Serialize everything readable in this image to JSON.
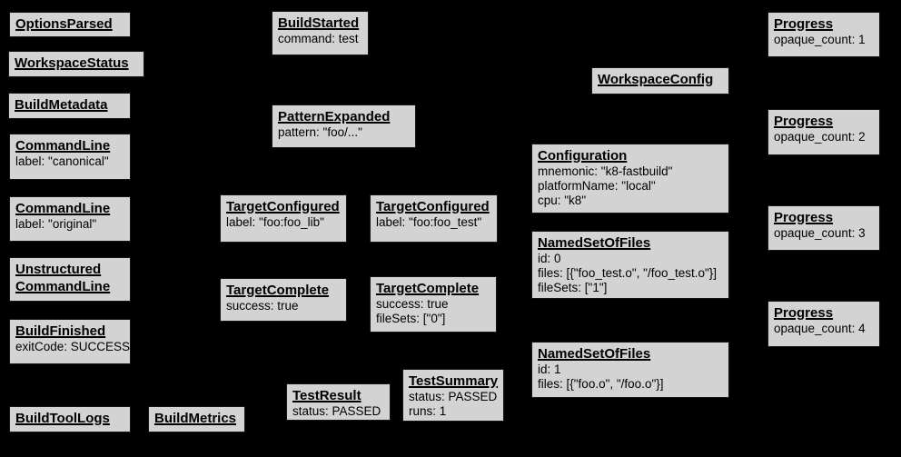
{
  "colors": {
    "background": "#000000",
    "node_fill": "#d3d3d3",
    "node_border": "#151515",
    "node_text": "#000000"
  },
  "nodes": {
    "options_parsed": {
      "title": "OptionsParsed",
      "lines": []
    },
    "workspace_status": {
      "title": "WorkspaceStatus",
      "lines": []
    },
    "build_metadata": {
      "title": "BuildMetadata",
      "lines": []
    },
    "command_line_canonical": {
      "title": "CommandLine",
      "lines": [
        "label: \"canonical\""
      ]
    },
    "command_line_original": {
      "title": "CommandLine",
      "lines": [
        "label: \"original\""
      ]
    },
    "unstructured_command_line": {
      "title": "Unstructured CommandLine",
      "lines": []
    },
    "build_finished": {
      "title": "BuildFinished",
      "lines": [
        "exitCode: SUCCESS"
      ]
    },
    "build_tool_logs": {
      "title": "BuildToolLogs",
      "lines": []
    },
    "build_metrics": {
      "title": "BuildMetrics",
      "lines": []
    },
    "build_started": {
      "title": "BuildStarted",
      "lines": [
        "command: test"
      ]
    },
    "pattern_expanded": {
      "title": "PatternExpanded",
      "lines": [
        "pattern: \"foo/...\""
      ]
    },
    "target_configured_foo_lib": {
      "title": "TargetConfigured",
      "lines": [
        "label: \"foo:foo_lib\""
      ]
    },
    "target_configured_foo_test": {
      "title": "TargetConfigured",
      "lines": [
        "label: \"foo:foo_test\""
      ]
    },
    "target_complete_foo_lib": {
      "title": "TargetComplete",
      "lines": [
        "success: true"
      ]
    },
    "target_complete_foo_test": {
      "title": "TargetComplete",
      "lines": [
        "success: true",
        "fileSets: [\"0\"]"
      ]
    },
    "test_result": {
      "title": "TestResult",
      "lines": [
        "status: PASSED"
      ]
    },
    "test_summary": {
      "title": "TestSummary",
      "lines": [
        "status: PASSED",
        "runs: 1"
      ]
    },
    "workspace_config": {
      "title": "WorkspaceConfig",
      "lines": []
    },
    "configuration": {
      "title": "Configuration",
      "lines": [
        "mnemonic: \"k8-fastbuild\"",
        "platformName: \"local\"",
        "cpu: \"k8\""
      ]
    },
    "named_set_of_files_0": {
      "title": "NamedSetOfFiles",
      "lines": [
        "id: 0",
        "files: [{\"foo_test.o\", \"/foo_test.o\"}]",
        "fileSets: [\"1\"]"
      ]
    },
    "named_set_of_files_1": {
      "title": "NamedSetOfFiles",
      "lines": [
        "id: 1",
        "files: [{\"foo.o\", \"/foo.o\"}]"
      ]
    },
    "progress_1": {
      "title": "Progress",
      "lines": [
        "opaque_count: 1"
      ]
    },
    "progress_2": {
      "title": "Progress",
      "lines": [
        "opaque_count: 2"
      ]
    },
    "progress_3": {
      "title": "Progress",
      "lines": [
        "opaque_count: 3"
      ]
    },
    "progress_4": {
      "title": "Progress",
      "lines": [
        "opaque_count: 4"
      ]
    }
  }
}
